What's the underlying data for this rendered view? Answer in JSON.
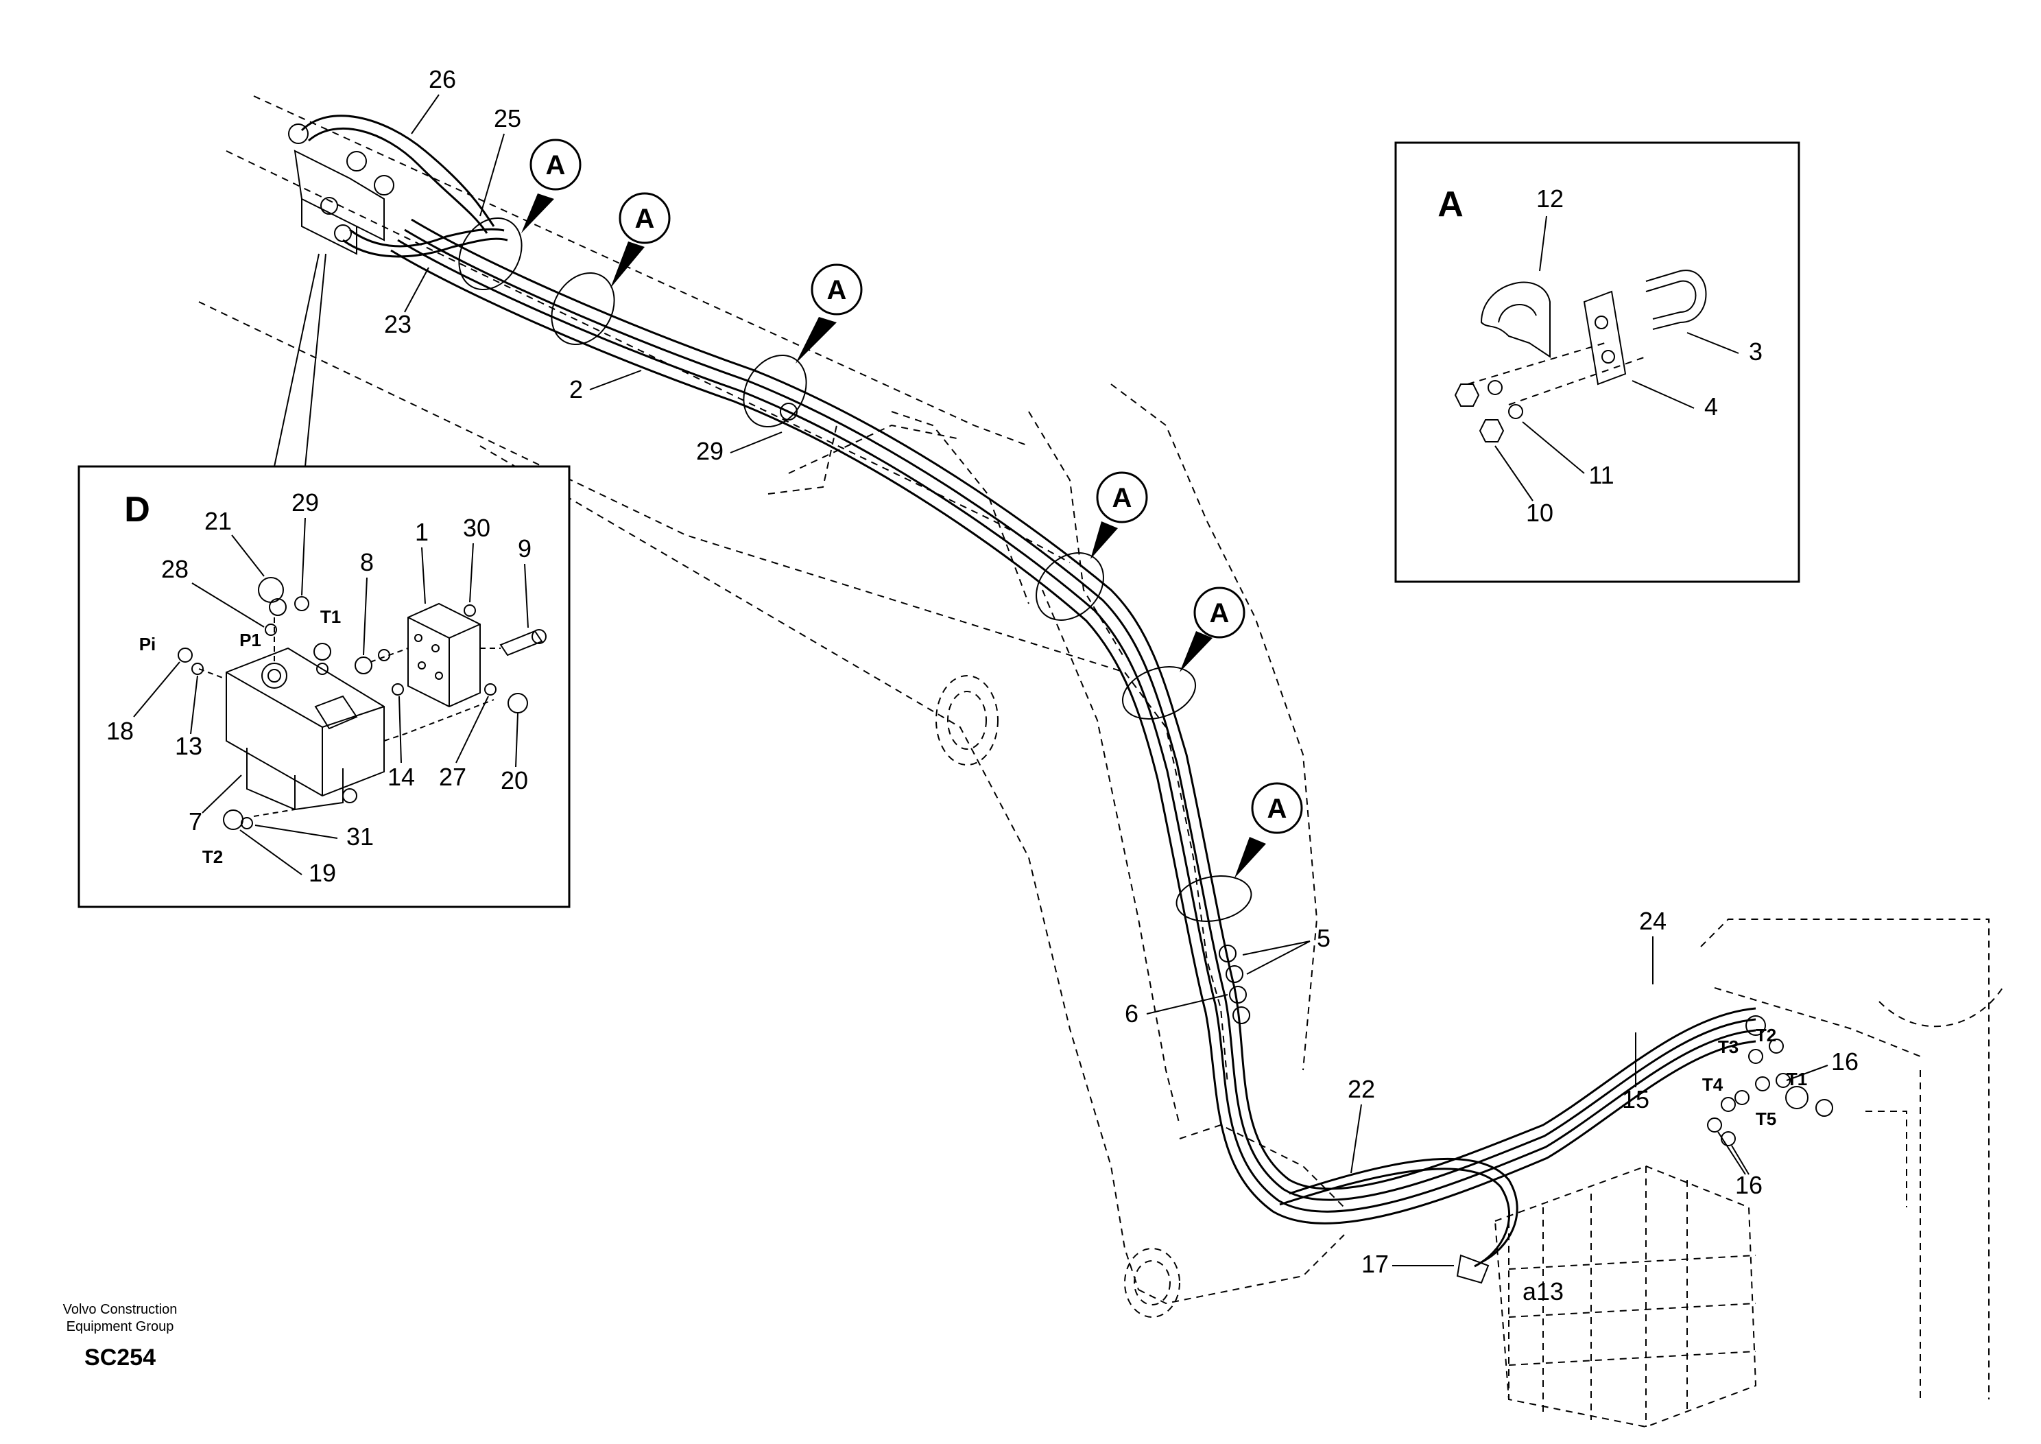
{
  "diagram": {
    "detail_a": {
      "title": "A",
      "part_labels": [
        "12",
        "3",
        "4",
        "11",
        "10"
      ]
    },
    "detail_d": {
      "title": "D",
      "part_labels": [
        "21",
        "29",
        "28",
        "8",
        "1",
        "30",
        "9",
        "Pi",
        "P1",
        "T1",
        "18",
        "13",
        "7",
        "14",
        "27",
        "20",
        "31",
        "T2",
        "19"
      ]
    },
    "callout_letter": "A",
    "main_labels": [
      "26",
      "25",
      "23",
      "2",
      "29",
      "5",
      "6",
      "22",
      "24",
      "15",
      "16",
      "16",
      "17",
      "T3",
      "T2",
      "T1",
      "T4",
      "T5",
      "a13"
    ],
    "footer": {
      "line1": "Volvo Construction",
      "line2": "Equipment Group",
      "code": "SC254"
    }
  }
}
